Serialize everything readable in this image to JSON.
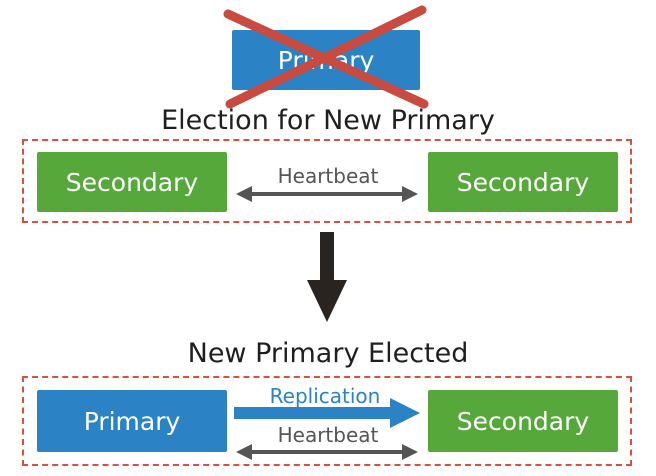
{
  "colors": {
    "primary_blue": "#2b83c6",
    "secondary_green": "#57a83a",
    "cross_red": "#c94a3f",
    "group_border": "#d9503f",
    "heartbeat_gray": "#555555",
    "replication_blue": "#2b83c6",
    "flow_arrow": "#2a2420"
  },
  "failed_node": {
    "label": "Primary",
    "status": "failed"
  },
  "election": {
    "caption": "Election for New Primary",
    "left_node": "Secondary",
    "right_node": "Secondary",
    "link_label": "Heartbeat"
  },
  "elected": {
    "caption": "New Primary Elected",
    "left_node": "Primary",
    "right_node": "Secondary",
    "replication_label": "Replication",
    "heartbeat_label": "Heartbeat"
  }
}
